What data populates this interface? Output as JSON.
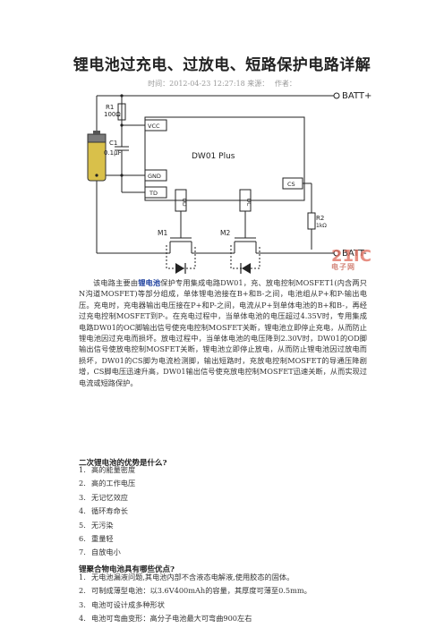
{
  "title": "锂电池过充电、过放电、短路保护电路详解",
  "meta": {
    "time_label": "时间：2012-04-23 12:27:18 来源：",
    "author_label": "作者："
  },
  "schematic": {
    "batt_plus": "BATT+",
    "batt_minus": "BATT-",
    "r1_name": "R1",
    "r1_value": "100Ω",
    "c1_name": "C1",
    "c1_value": "0.1μF",
    "ic_name": "DW01 Plus",
    "pin_vcc": "VCC",
    "pin_gnd": "GND",
    "pin_td": "TD",
    "pin_od": "OD",
    "pin_oc": "OC",
    "pin_cs": "CS",
    "r2_name": "R2",
    "r2_value": "1kΩ",
    "m1": "M1",
    "m2": "M2"
  },
  "watermark": {
    "main": "21IC",
    "sub": "电子网"
  },
  "paragraph": {
    "before_link": "该电路主要由",
    "link": "锂电池",
    "after_link": "保护专用集成电路DW01，充、放电控制MOSFET1(内含两只N沟道MOSFET)等部分组成，单体锂电池接在B+和B-之间，电池组从P+和P-输出电压。充电时，充电器输出电压接在P+和P-之间，电流从P+到单体电池的B+和B-，再经过充电控制MOSFET到P-。在充电过程中，当单体电池的电压超过4.35V时，专用集成电路DW01的OC脚输出信号使充电控制MOSFET关断，锂电池立即停止充电，从而防止锂电池因过充电而损坏。放电过程中，当单体电池的电压降到2.30V时，DW01的OD脚输出信号使放电控制MOSFET关断，锂电池立即停止放电，从而防止锂电池因过放电而损坏，DW01的CS脚为电流检测脚，输出短路时，充放电控制MOSFET的导通压降剧增，CS脚电压迅速升高，DW01输出信号使充放电控制MOSFET迅速关断，从而实现过电流或短路保护。"
  },
  "section1": {
    "heading": "二次锂电池的优势是什么?",
    "items": [
      {
        "num": "1.",
        "text": "高的能量密度"
      },
      {
        "num": "2.",
        "text": "高的工作电压"
      },
      {
        "num": "3.",
        "text": "无记忆效应"
      },
      {
        "num": "4.",
        "text": "循环寿命长"
      },
      {
        "num": "5.",
        "text": "无污染"
      },
      {
        "num": "6.",
        "text": "重量轻"
      },
      {
        "num": "7.",
        "text": "自放电小"
      }
    ]
  },
  "section2": {
    "heading": "锂聚合物电池具有哪些优点?",
    "items": [
      {
        "num": "1.",
        "text": "无电池漏液问题,其电池内部不含液态电解液,使用胶态的固体。"
      },
      {
        "num": "2.",
        "text": "可制成薄型电池：以3.6V400mAh的容量，其厚度可薄至0.5mm。"
      },
      {
        "num": "3.",
        "text": "电池可设计成多种形状"
      },
      {
        "num": "4.",
        "text": "电池可弯曲变形：高分子电池最大可弯曲900左右"
      }
    ]
  }
}
